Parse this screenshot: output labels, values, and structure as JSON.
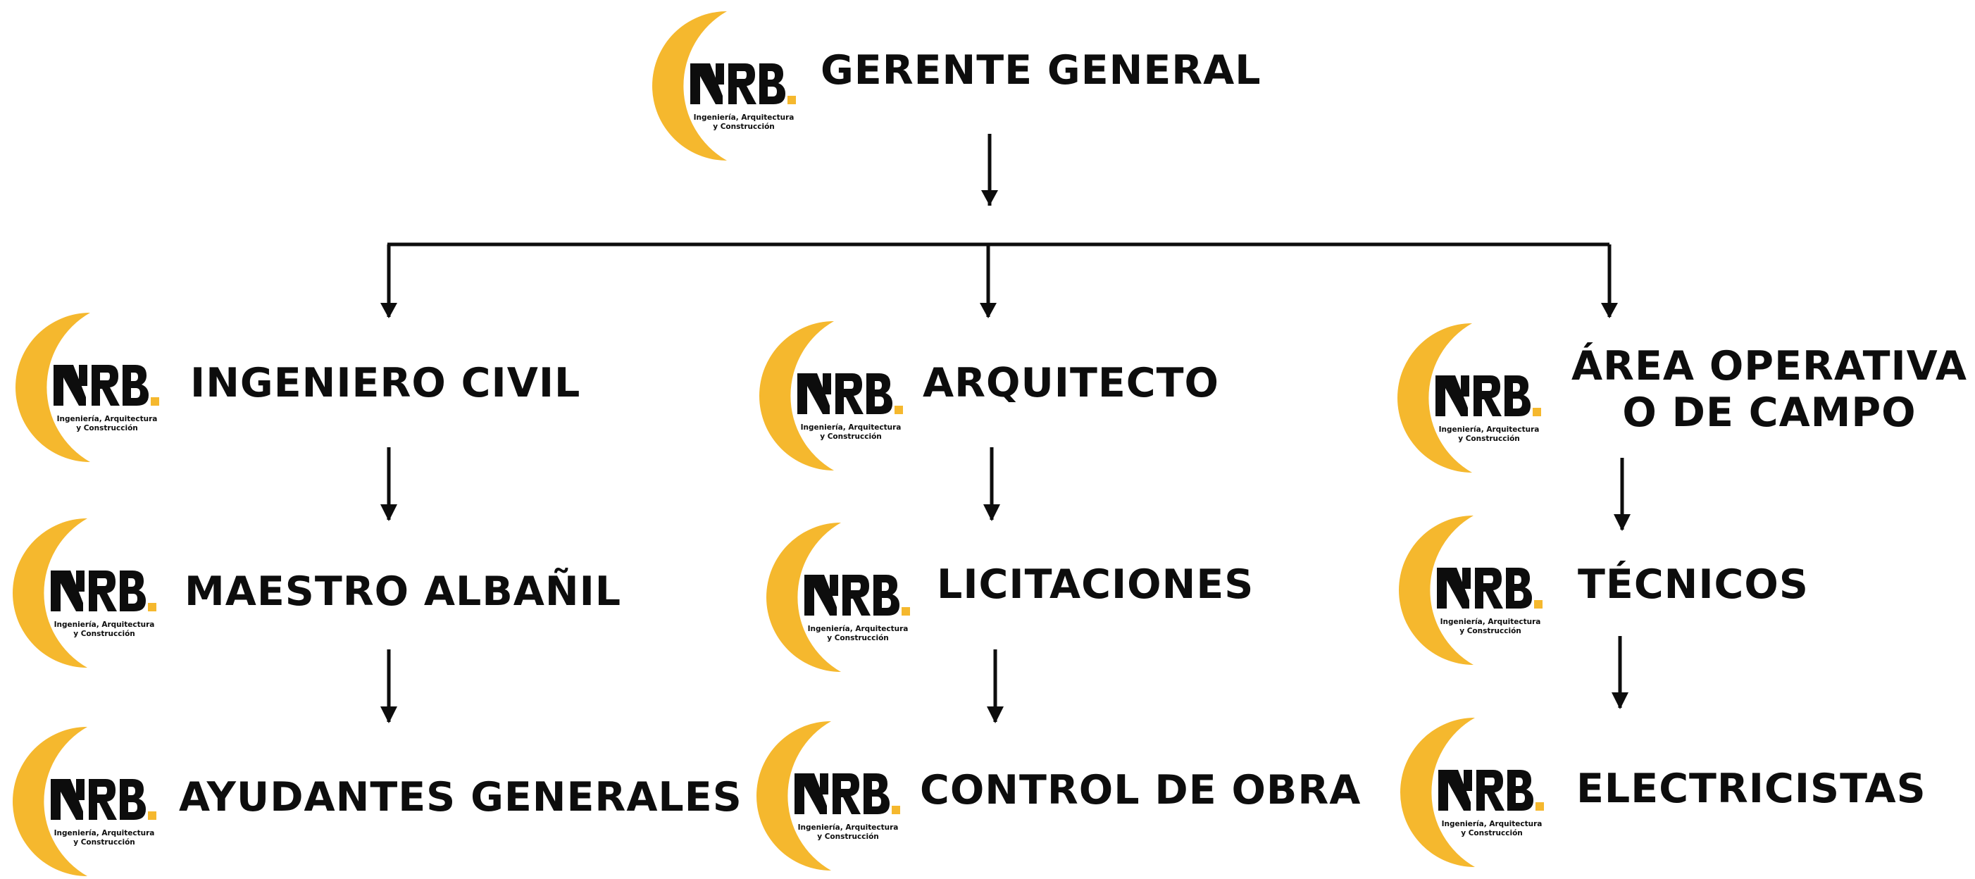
{
  "brand": {
    "logo_text": "NRB",
    "tagline_1": "Ingeniería, Arquitectura",
    "tagline_2": "y Construcción",
    "accent_color": "#F5B82E",
    "ink_color": "#0D0D0D"
  },
  "org": {
    "root": {
      "label": "GERENTE GENERAL"
    },
    "columns": [
      {
        "head": {
          "label": "INGENIERO CIVIL"
        },
        "children": [
          {
            "label": "MAESTRO ALBAÑIL"
          },
          {
            "label": "AYUDANTES GENERALES"
          }
        ]
      },
      {
        "head": {
          "label": "ARQUITECTO"
        },
        "children": [
          {
            "label": "LICITACIONES"
          },
          {
            "label": "CONTROL DE OBRA"
          }
        ]
      },
      {
        "head": {
          "label_line1": "ÁREA OPERATIVA",
          "label_line2": "O DE CAMPO"
        },
        "children": [
          {
            "label": "TÉCNICOS"
          },
          {
            "label": "ELECTRICISTAS"
          }
        ]
      }
    ]
  }
}
